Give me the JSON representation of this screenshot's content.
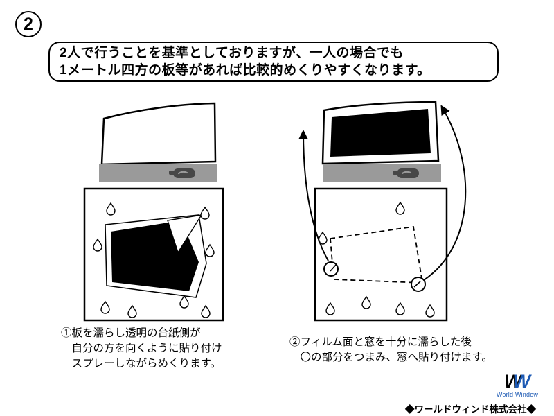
{
  "badge": {
    "number": "2"
  },
  "bubble": {
    "line1": "2人で行うことを基準としておりますが、一人の場合でも",
    "line2": "1メートル四方の板等があれば比較的めくりやすくなります。"
  },
  "captions": {
    "left": {
      "line1": "①板を濡らし透明の台紙側が",
      "line2": "自分の方を向くように貼り付け",
      "line3": "スプレーしながらめくります。"
    },
    "right": {
      "line1": "②フィルム面と窓を十分に濡らした後",
      "line2": "〇の部分をつまみ、窓へ貼り付けます。"
    }
  },
  "logo": {
    "letter1": "W",
    "letter2": "W",
    "subtitle": "World Window",
    "company": "◆ワールドウィンド株式会社◆"
  },
  "colors": {
    "logo_blue": "#1d5ab4",
    "board_edge_gray": "#9a9a9a",
    "spray_dark": "#474747",
    "film_black": "#000000"
  }
}
